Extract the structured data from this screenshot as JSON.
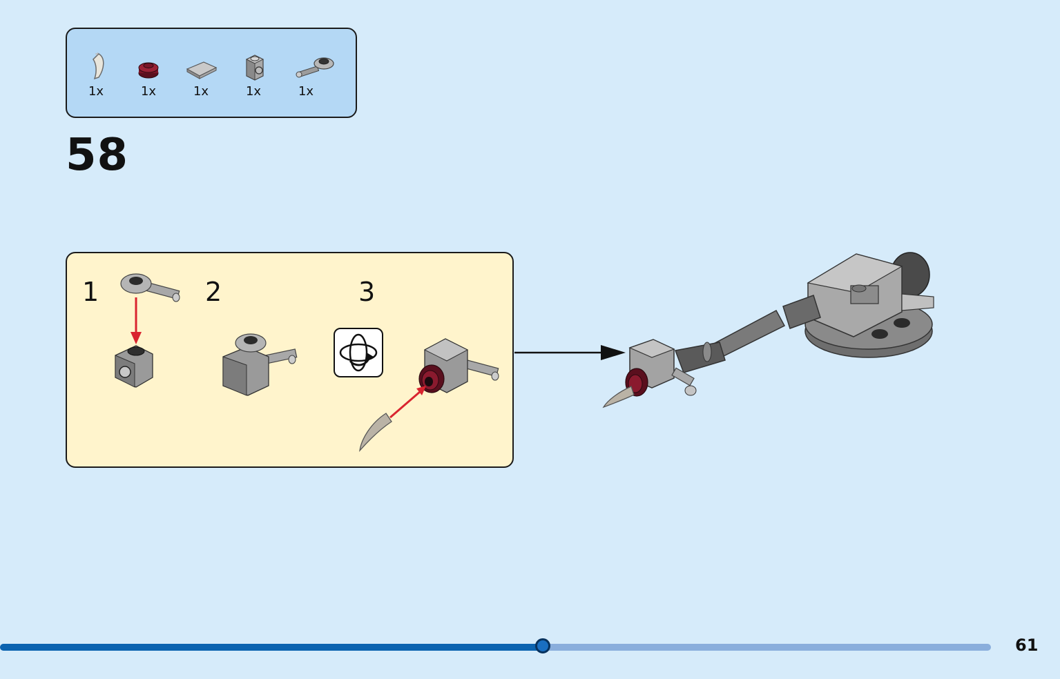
{
  "parts_list": {
    "items": [
      {
        "part": "tooth-piece",
        "qty": "1x"
      },
      {
        "part": "round-plate",
        "qty": "1x",
        "color": "#7a1428"
      },
      {
        "part": "flat-tile",
        "qty": "1x"
      },
      {
        "part": "brick-with-stud",
        "qty": "1x"
      },
      {
        "part": "plate-with-bar",
        "qty": "1x"
      }
    ]
  },
  "step": {
    "number": "58"
  },
  "sub_steps": [
    {
      "label": "1"
    },
    {
      "label": "2"
    },
    {
      "label": "3",
      "icon": "rotate-model-icon"
    }
  ],
  "progress": {
    "fraction": 0.548
  },
  "page_number": "61",
  "colors": {
    "background": "#d6ebfa",
    "parts_box": "#b4d8f5",
    "substep_box": "#fff4cc",
    "arrow_red": "#d9242f",
    "progress_fill": "#0b63b0",
    "progress_track": "#8aaedc",
    "dark_red": "#7a1428"
  }
}
